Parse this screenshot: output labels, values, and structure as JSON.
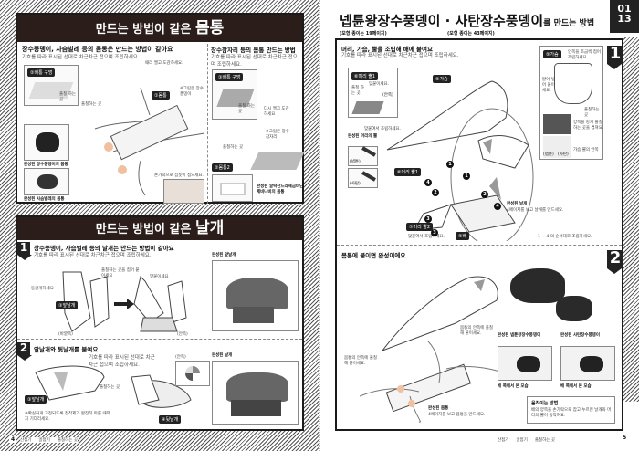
{
  "left_page": {
    "page_number": "4",
    "body_panel": {
      "title_prefix": "만드는 방법이 같은 ",
      "title_emph": "몸통",
      "heading": "장수풍뎅이, 사슴벌레 등의 몸통은 만드는 방법이 같아요",
      "instruction": "기호를 따라 표시된 선대로 차근차근 접으며 조립하세요.",
      "labels": {
        "hole": "②배통 구멍",
        "body": "①몸통",
        "fold_note": "풀칠 하는 곳",
        "glue_note": "풀칠하는 곳",
        "pic_note": "※그림은 장수풍뎅이",
        "top_note": "때리 엘고 도감하세요.",
        "finger_note": "손가락으로 집듯이 접으세요."
      },
      "photo_captions": [
        "완성된 장수풍뎅이의 몸통",
        "완성된 사슴벌레의 몸통"
      ],
      "right_heading": "장수잠자리 등의 몸통 만드는 방법",
      "right_instruction": "기호를 따라 표시된 선대로 차근차근 접으며 조립하세요.",
      "right_labels": {
        "hole": "③배통 구멍",
        "body2": "②몸통2",
        "fold_note": "풀칠 하는 곳",
        "again_note": "다시 엘고 도감하세요",
        "pic_note": "※그림은 장수잠자리",
        "glue_note": "풀칠하는 곳"
      },
      "right_caption": "완성된 알락산드라제금비단 제비나비의 몸통"
    },
    "wing_panel": {
      "title_prefix": "만드는 방법이 같은 ",
      "title_emph": "날개",
      "step1": {
        "number": "1",
        "heading": "장수풍뎅이, 사슴벌레 등의 날개는 만드는 방법이 같아요",
        "instruction": "기호를 따라 표시된 선대로 차근차근 접으며 조립하세요.",
        "label_front": "③앞날개",
        "outside": "(바깥쪽)",
        "inside": "(안쪽)",
        "note_bend": "둥글게하세요",
        "note_glue": "풀칠하는 곳을 접어 붙이세요",
        "note_glue2": "맞붙이세요",
        "photo_caption": "완성된 앞날개"
      },
      "step2": {
        "number": "2",
        "heading": "앞날개와 뒷날개를 붙여요",
        "instruction": "기호를 따라 표시된 선대로 차근차근 접으며 조립하세요.",
        "label_front": "③앞날개",
        "label_back": "④뒷날개",
        "inside": "(안쪽)",
        "glue_note": "풀칠하는 곳",
        "note": "※확실하게 고정되도록 접착제가 완전히 마를 때까지 기다리세요.",
        "photo_caption": "완성된 날개"
      }
    },
    "legend": [
      "산접기",
      "골접기",
      "풀칠하는 곳"
    ]
  },
  "right_page": {
    "page_number": "5",
    "tab": [
      "01",
      "13"
    ],
    "title_main": "넵튠왕장수풍뎅이 · 사탄장수풍뎅이",
    "title_suffix": "를 만드는 방법",
    "subtitles": [
      "(모형 종이는 19페이지)",
      "(모형 종이는 43페이지)"
    ],
    "step1": {
      "number": "1",
      "heading": "머리, 가슴, 뿔을 조립해 배에 붙여요",
      "instruction": "기호를 따라 표시된 선대로 차근차근 접으며 조립하세요.",
      "labels": {
        "head_horn1": "⑥머리 뿔1",
        "chest": "⑤가슴",
        "head_horn2": "⑦머리 뿔2",
        "belly": "⑧배",
        "head_horn1b": "⑥머리 뿔1",
        "fold_note": "풀칠 하는 곳",
        "side": "(안쪽)",
        "glue": "맞붙이세요.",
        "glue2": "맞붙여서 조립하세요."
      },
      "horn_title": "완성된 머리의 뿔",
      "horn_labels": [
        "(넵튠)",
        "(사탄)"
      ],
      "inset": {
        "label": "⑤가슴",
        "note": "안쪽을 조금씩 접어 조립하세요.",
        "side_note": "말아 넣어 붙이세요.",
        "glue_note": "풀칠하는 곳",
        "pull_note": "양쪽을 당겨 풀칠하는 곳을 겹쳐요.",
        "bottom_labels": [
          "(넵튠)",
          "(사탄)"
        ],
        "caption": "가슴 뿔의 안쪽"
      },
      "wing_note_title": "완성된 날개",
      "wing_note": "4페이지를 보고 날개를 만드세요.",
      "steps": [
        "1",
        "2",
        "3",
        "4"
      ],
      "order_note": "의 순서대로 조립하세요."
    },
    "step2": {
      "number": "2",
      "heading": "몸통에 붙이면 완성이에요",
      "glue_left": "몸통의 안쪽에 풀칠해 붙이세요.",
      "glue_right": "몸통의 안쪽에 풀칠해 붙이세요.",
      "body_title": "완성된 몸통",
      "body_note": "4페이지를 보고 몸통을 만드세요.",
      "captions": [
        "완성된 넵튠왕장수풍뎅이",
        "완성된 사탄장수풍뎅이"
      ],
      "view_caption": [
        "배 쪽에서 본 모습",
        "배 쪽에서 본 모습"
      ],
      "move_title": "움직이는 방법",
      "move_text": "배의 양쪽을 손가락으로 잡고 누르면 날개와 머리의 뿔이 움직여요."
    },
    "legend": [
      "산접기",
      "골접기",
      "풀칠하는 곳"
    ]
  }
}
